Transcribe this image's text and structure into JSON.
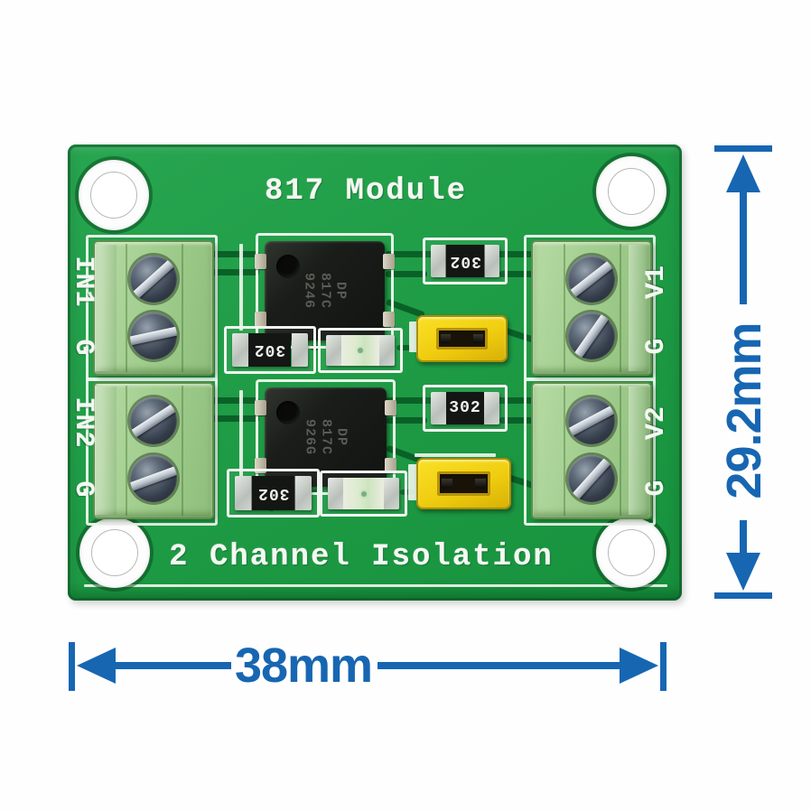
{
  "silkscreen": {
    "title": "817 Module",
    "subtitle": "2 Channel Isolation"
  },
  "terminals": {
    "left": [
      {
        "signal": "IN1",
        "ground": "G"
      },
      {
        "signal": "IN2",
        "ground": "G"
      }
    ],
    "right": [
      {
        "signal": "V1",
        "ground": "G"
      },
      {
        "signal": "V2",
        "ground": "G"
      }
    ]
  },
  "components": {
    "optocouplers": [
      {
        "marking": [
          "DP",
          "817C",
          "9246"
        ]
      },
      {
        "marking": [
          "DP",
          "817C",
          "926G"
        ]
      }
    ],
    "resistor_marking": "302"
  },
  "dimensions": {
    "board_width": "38mm",
    "board_height": "29.2mm"
  },
  "colors": {
    "pcb_green": "#1f9c46",
    "trace_green": "#0a6128",
    "silkscreen_white": "#eef4ec",
    "terminal_green": "#a8d295",
    "jumper_yellow": "#f0cd10",
    "dimension_blue": "#1766b2"
  }
}
